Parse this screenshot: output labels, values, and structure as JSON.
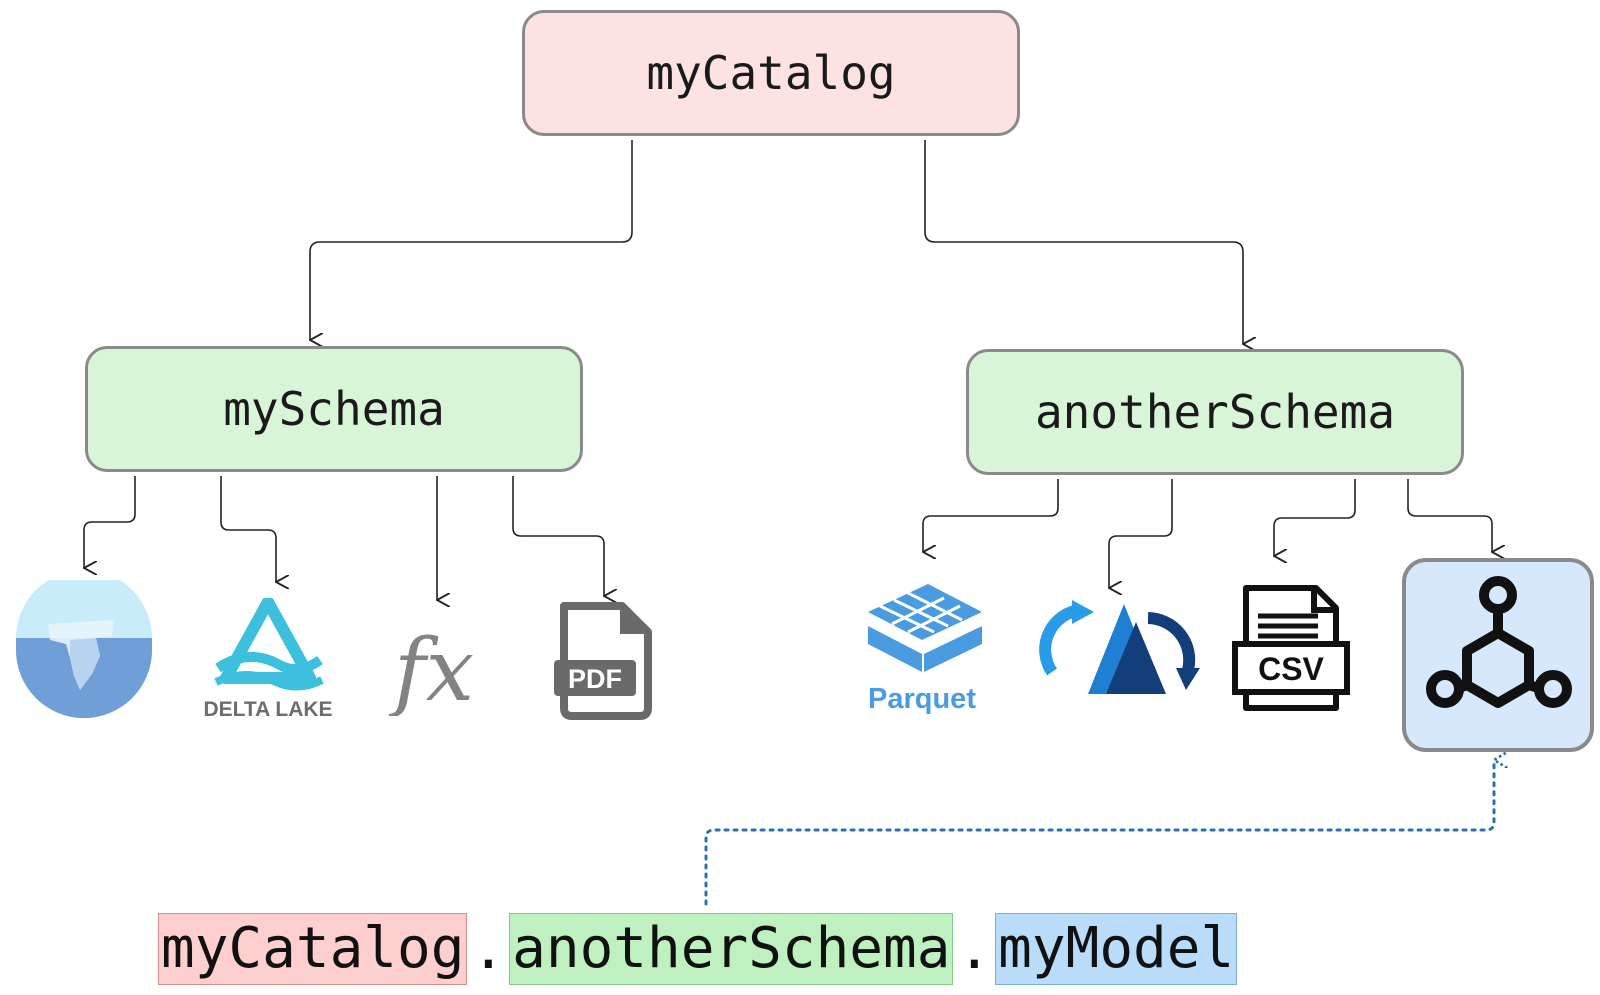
{
  "catalog": {
    "label": "myCatalog"
  },
  "schemas": [
    {
      "label": "mySchema",
      "objects": [
        {
          "icon": "iceberg-icon"
        },
        {
          "icon": "delta-lake-icon",
          "text": "DELTA LAKE"
        },
        {
          "icon": "function-icon",
          "text": "fx"
        },
        {
          "icon": "pdf-icon",
          "text": "PDF"
        }
      ]
    },
    {
      "label": "anotherSchema",
      "objects": [
        {
          "icon": "parquet-icon",
          "text": "Parquet"
        },
        {
          "icon": "sync-volume-icon"
        },
        {
          "icon": "csv-icon",
          "text": "CSV"
        },
        {
          "icon": "model-icon"
        }
      ]
    }
  ],
  "path": {
    "catalog": "myCatalog",
    "separator1": ".",
    "schema": "anotherSchema",
    "separator2": ".",
    "model": "myModel"
  },
  "colors": {
    "catalog_fill": "#fde2e2",
    "schema_fill": "#d8f5d8",
    "model_fill": "#d6e8fb",
    "pointer": "#2a6fb8"
  }
}
